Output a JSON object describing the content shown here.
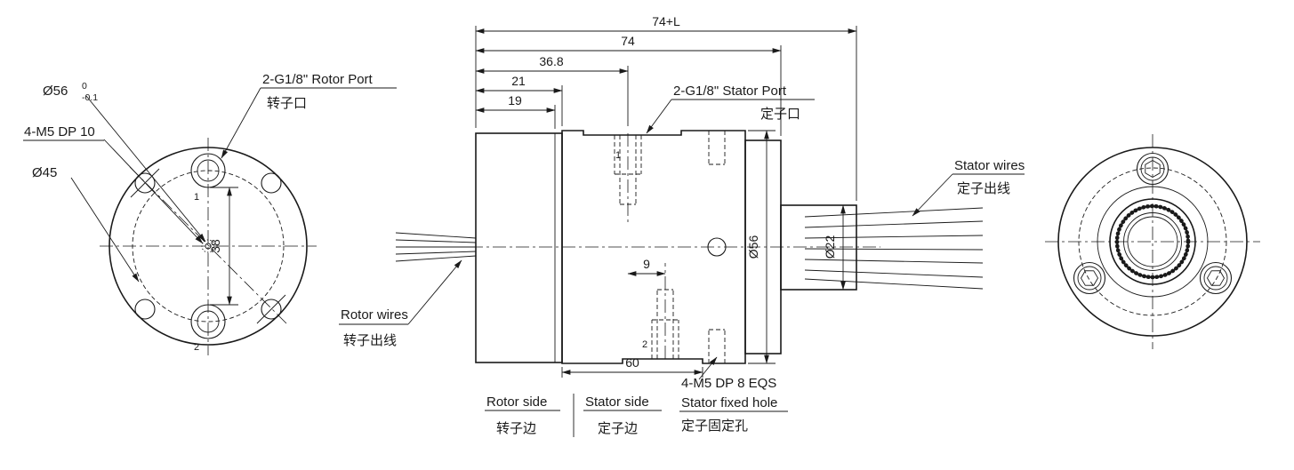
{
  "colors": {
    "line": "#1a1a1a",
    "background": "#ffffff"
  },
  "left_view": {
    "dia56": {
      "main": "Ø56",
      "sup": "0",
      "sub": "-0.1"
    },
    "m5_note": "4-M5 DP 10",
    "dia45": "Ø45",
    "rotor_port": "2-G1/8\" Rotor Port",
    "rotor_port_zh": "转子口",
    "dim_38": "38",
    "mark_1": "1",
    "mark_2": "2"
  },
  "side_view": {
    "dims": {
      "total": "74+L",
      "body": "74",
      "d368": "36.8",
      "d21": "21",
      "d19": "19",
      "d60": "60",
      "d9": "9",
      "dia56": "Ø56",
      "dia22": "Ø22"
    },
    "stator_port": "2-G1/8\" Stator Port",
    "stator_port_zh": "定子口",
    "rotor_wires": "Rotor wires",
    "rotor_wires_zh": "转子出线",
    "stator_wires": "Stator wires",
    "stator_wires_zh": "定子出线",
    "fixed_note": "4-M5 DP 8 EQS",
    "fixed_label": "Stator fixed hole",
    "fixed_label_zh": "定子固定孔",
    "rotor_side": "Rotor side",
    "rotor_side_zh": "转子边",
    "stator_side": "Stator side",
    "stator_side_zh": "定子边",
    "mark_1": "1",
    "mark_2": "2"
  }
}
